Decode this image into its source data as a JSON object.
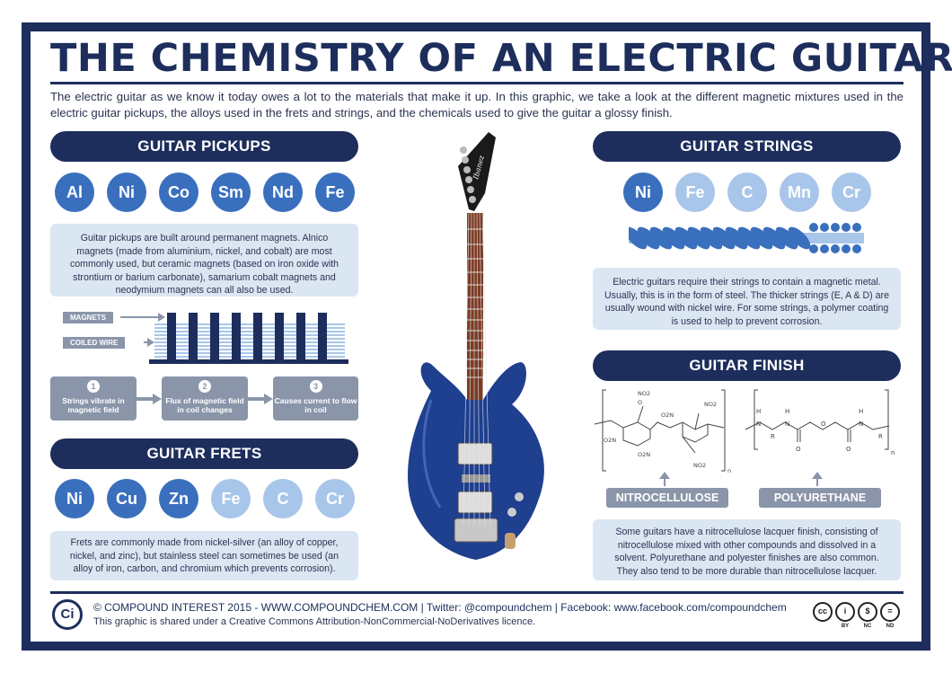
{
  "title": "THE CHEMISTRY OF AN ELECTRIC GUITAR",
  "intro": "The electric guitar as we know it today owes a lot to the materials that make it up. In this graphic, we take a look at the different magnetic mixtures used in the electric guitar pickups, the alloys used in the frets and strings, and the chemicals used to give the guitar a glossy finish.",
  "pickups": {
    "heading": "GUITAR PICKUPS",
    "elements": [
      "Al",
      "Ni",
      "Co",
      "Sm",
      "Nd",
      "Fe"
    ],
    "text": "Guitar pickups are built around permanent magnets. Alnico magnets (made from aluminium, nickel, and cobalt) are most commonly used, but ceramic magnets (based on iron oxide with strontium or barium carbonate), samarium cobalt magnets and neodymium magnets can all also be used.",
    "label_magnets": "MAGNETS",
    "label_coiled_wire": "COILED WIRE",
    "steps": [
      {
        "num": "1",
        "text": "Strings vibrate in magnetic field"
      },
      {
        "num": "2",
        "text": "Flux of magnetic field in coil changes"
      },
      {
        "num": "3",
        "text": "Causes current to flow in coil"
      }
    ]
  },
  "frets": {
    "heading": "GUITAR FRETS",
    "elements": [
      "Ni",
      "Cu",
      "Zn",
      "Fe",
      "C",
      "Cr"
    ],
    "text": "Frets are commonly made from nickel-silver (an alloy of copper, nickel, and zinc), but stainless steel can sometimes be used (an alloy of iron, carbon, and chromium which prevents corrosion)."
  },
  "strings": {
    "heading": "GUITAR STRINGS",
    "elements": [
      "Ni",
      "Fe",
      "C",
      "Mn",
      "Cr"
    ],
    "text": "Electric guitars require their strings to contain a magnetic metal. Usually, this is in the form of steel. The thicker strings (E, A & D) are usually wound with nickel wire. For some strings, a polymer coating is used to help to prevent corrosion."
  },
  "finish": {
    "heading": "GUITAR FINISH",
    "tag_nitro": "NITROCELLULOSE",
    "tag_poly": "POLYURETHANE",
    "text": "Some guitars have a nitrocellulose lacquer finish, consisting of nitrocellulose mixed with other compounds and dissolved in a solvent. Polyurethane and polyester finishes are also common. They also tend to be more durable than nitrocellulose lacquer.",
    "struct_no2": "NO2",
    "struct_o2n": "O2N",
    "struct_o": "O",
    "struct_h": "H",
    "struct_n": "N",
    "struct_r": "R",
    "struct_sub_n": "n"
  },
  "guitar": {
    "headstock_text": "Ibanez"
  },
  "footer": {
    "logo": "Ci",
    "line1": "© COMPOUND INTEREST 2015 - WWW.COMPOUNDCHEM.COM | Twitter: @compoundchem | Facebook: www.facebook.com/compoundchem",
    "line2": "This graphic is shared under a Creative Commons Attribution-NonCommercial-NoDerivatives licence.",
    "cc_badges": [
      {
        "symbol": "cc",
        "label": ""
      },
      {
        "symbol": "i",
        "label": "BY"
      },
      {
        "symbol": "$",
        "label": "NC"
      },
      {
        "symbol": "=",
        "label": "ND"
      }
    ]
  },
  "colors": {
    "navy": "#1d2e5c",
    "blue": "#3a6fbe",
    "light_blue": "#a8c6ea",
    "box": "#dbe6f3",
    "grey": "#8a95aa",
    "guitar_body": "#1f3f8f"
  }
}
